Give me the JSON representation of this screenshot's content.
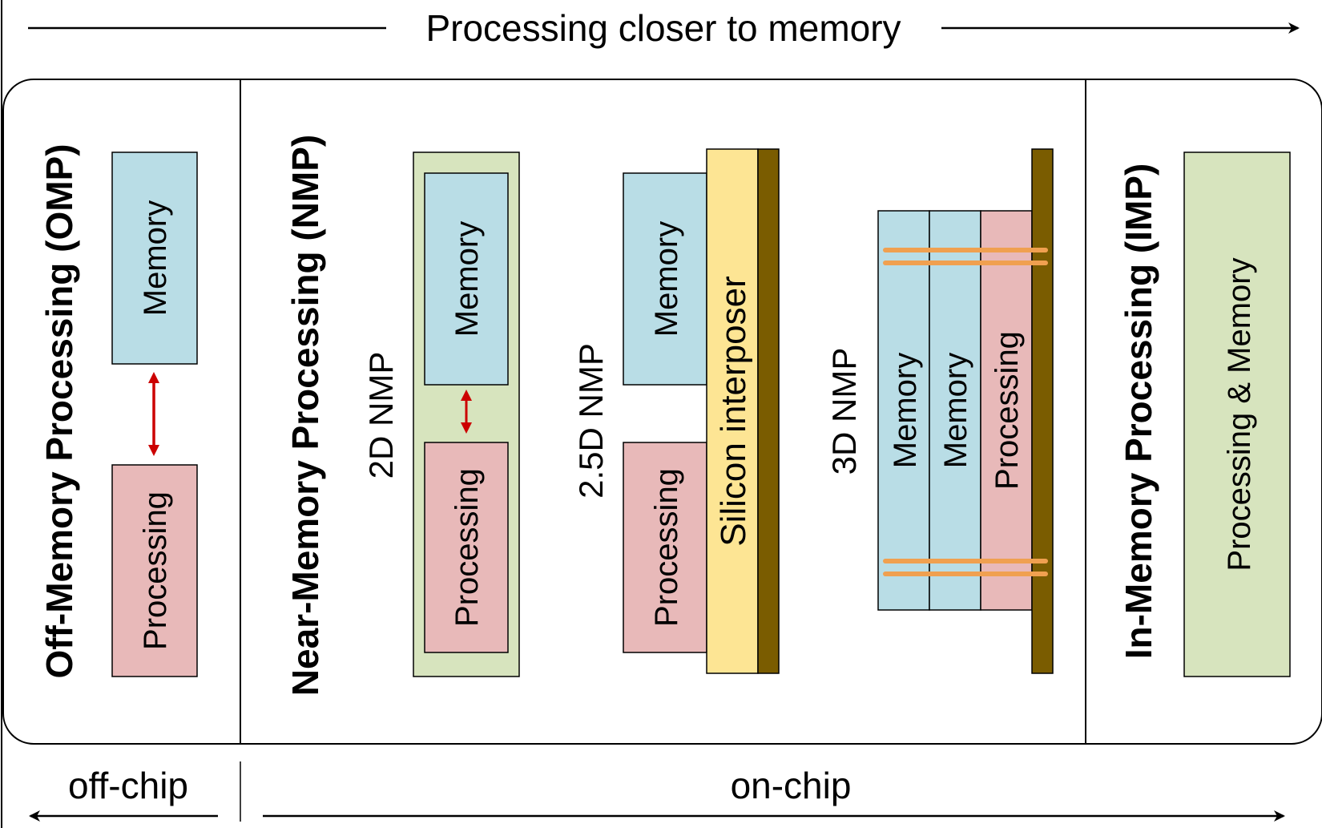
{
  "top_axis": {
    "label": "Processing closer to memory"
  },
  "bottom_axis": {
    "off_chip_label": "off-chip",
    "on_chip_label": "on-chip"
  },
  "sections": {
    "omp": {
      "title": "Off-Memory Processing (OMP)",
      "memory_label": "Memory",
      "processing_label": "Processing"
    },
    "nmp": {
      "title": "Near-Memory Processing (NMP)",
      "nmp2d": {
        "label": "2D NMP",
        "memory_label": "Memory",
        "processing_label": "Processing"
      },
      "nmp25d": {
        "label": "2.5D NMP",
        "memory_label": "Memory",
        "processing_label": "Processing",
        "interposer_label": "Silicon interposer"
      },
      "nmp3d": {
        "label": "3D NMP",
        "layers": [
          "Memory",
          "Memory",
          "Processing"
        ]
      }
    },
    "imp": {
      "title": "In-Memory Processing (IMP)",
      "block_label": "Processing & Memory"
    }
  },
  "colors": {
    "memory": "#b9dde6",
    "processing": "#e8b9b9",
    "green": "#d7e4be",
    "interposer": "#fde594",
    "substrate": "#7a5c00",
    "tsv": "#f0a050",
    "arrow_red": "#cc0000"
  }
}
